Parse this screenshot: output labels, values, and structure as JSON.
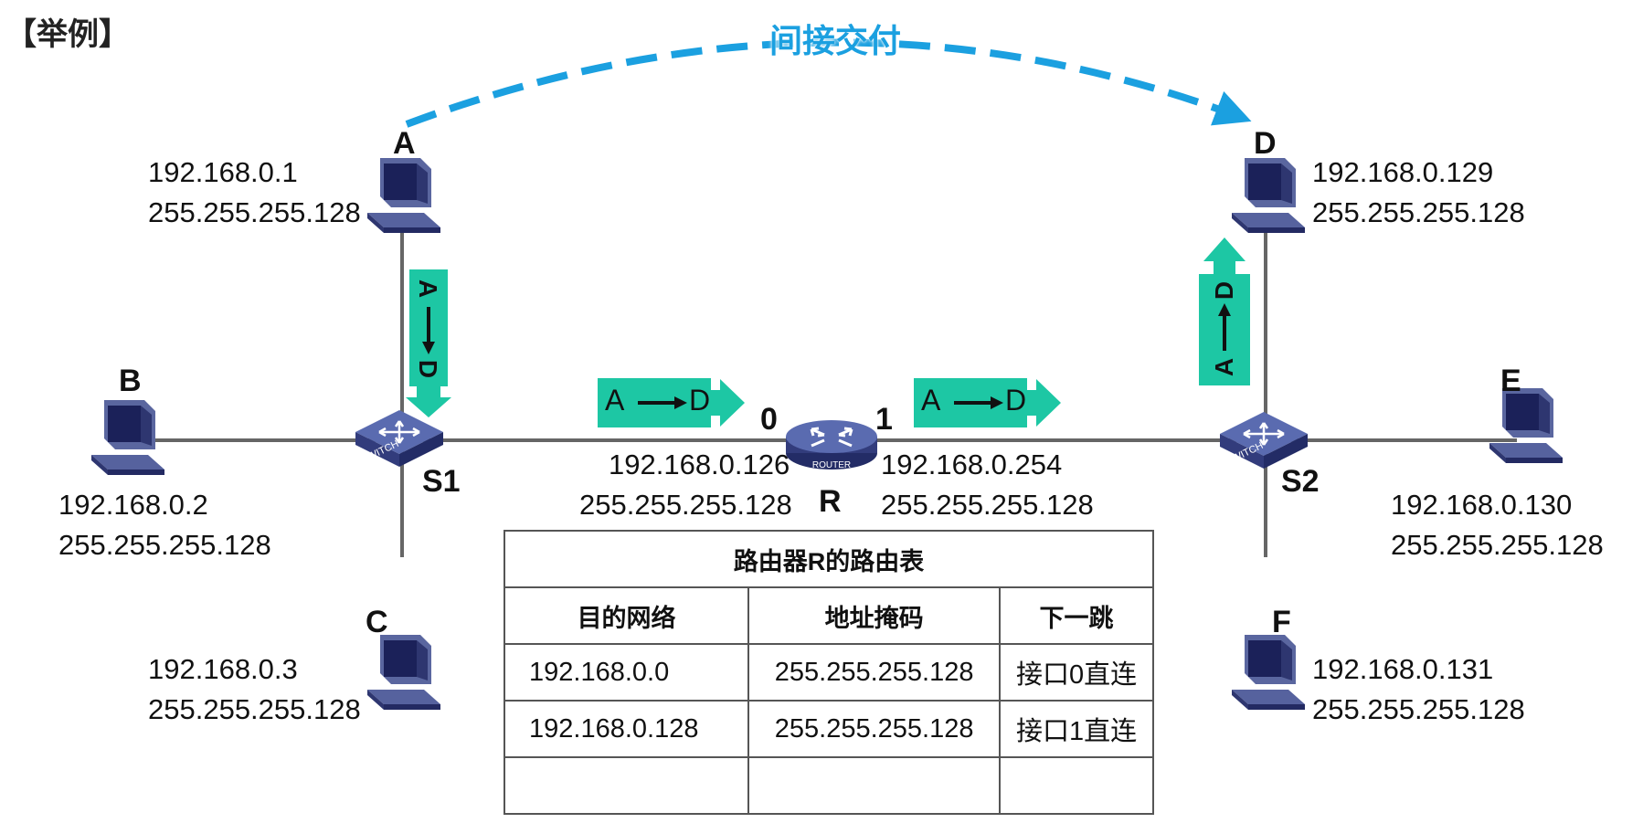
{
  "heading": "【举例】",
  "indirect_label": "间接交付",
  "hosts": {
    "A": {
      "label": "A",
      "ip": "192.168.0.1",
      "mask": "255.255.255.128"
    },
    "B": {
      "label": "B",
      "ip": "192.168.0.2",
      "mask": "255.255.255.128"
    },
    "C": {
      "label": "C",
      "ip": "192.168.0.3",
      "mask": "255.255.255.128"
    },
    "D": {
      "label": "D",
      "ip": "192.168.0.129",
      "mask": "255.255.255.128"
    },
    "E": {
      "label": "E",
      "ip": "192.168.0.130",
      "mask": "255.255.255.128"
    },
    "F": {
      "label": "F",
      "ip": "192.168.0.131",
      "mask": "255.255.255.128"
    }
  },
  "switches": {
    "S1": "S1",
    "S2": "S2"
  },
  "router": {
    "label": "R",
    "device_text": "ROUTER",
    "port0": {
      "num": "0",
      "ip": "192.168.0.126",
      "mask": "255.255.255.128"
    },
    "port1": {
      "num": "1",
      "ip": "192.168.0.254",
      "mask": "255.255.255.128"
    }
  },
  "switch_text": "SWITCH",
  "flows": {
    "a1": {
      "from": "A",
      "to": "D"
    },
    "a2": {
      "from": "A",
      "to": "D"
    },
    "a3": {
      "from": "A",
      "to": "D"
    },
    "a4": {
      "from": "A",
      "to": "D"
    }
  },
  "colors": {
    "accent_green": "#1dc7a4",
    "dashed_blue": "#1ba0e0",
    "device": "#3f4a86"
  },
  "routing_table": {
    "title": "路由器R的路由表",
    "headers": [
      "目的网络",
      "地址掩码",
      "下一跳"
    ],
    "rows": [
      [
        "192.168.0.0",
        "255.255.255.128",
        "接口0直连"
      ],
      [
        "192.168.0.128",
        "255.255.255.128",
        "接口1直连"
      ],
      [
        "",
        "",
        ""
      ]
    ]
  }
}
